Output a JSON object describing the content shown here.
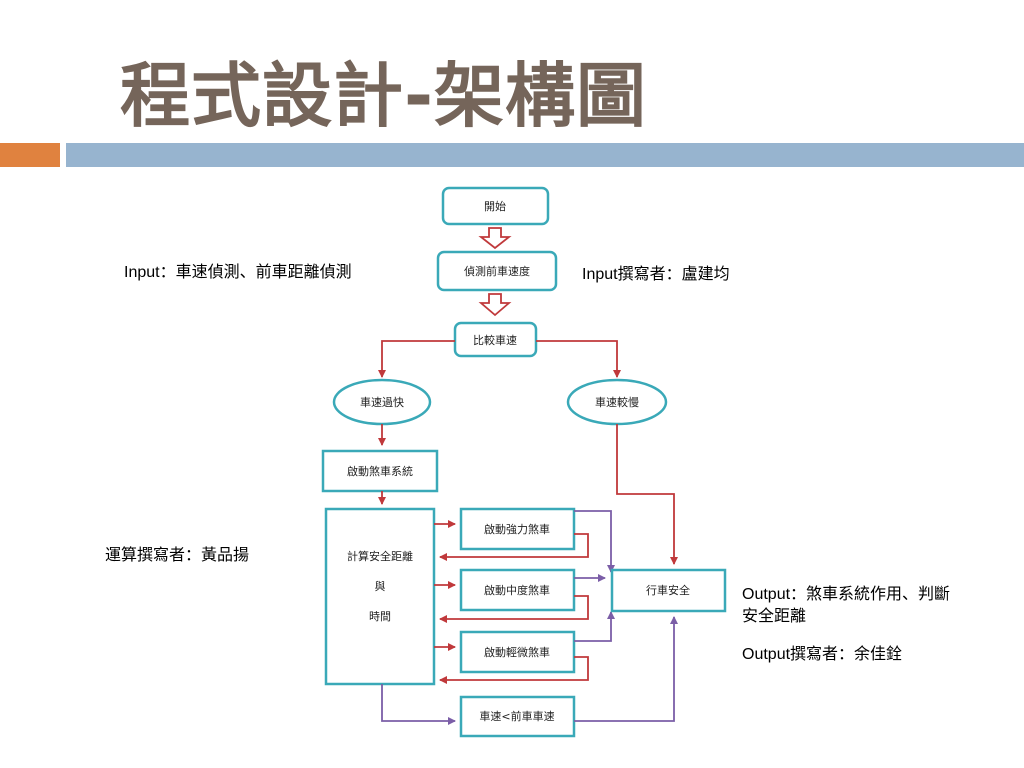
{
  "slide": {
    "title": "程式設計-架構圖",
    "notes": {
      "input_left": "Input：車速偵測、前車距離偵測",
      "input_author": "Input撰寫者：盧建均",
      "calc_author": "運算撰寫者：黃品揚",
      "output_line1": "Output：煞車系統作用、判斷",
      "output_line2": "安全距離",
      "output_author": "Output撰寫者：余佳銓"
    }
  },
  "diagram": {
    "start": "開始",
    "detect": "偵測前車速度",
    "compare": "比較車速",
    "too_fast": "車速過快",
    "slower": "車速較慢",
    "activate_brake": "啟動煞車系統",
    "calc_line1": "計算安全距離",
    "calc_line2": "與",
    "calc_line3": "時間",
    "strong": "啟動強力煞車",
    "medium": "啟動中度煞車",
    "light": "啟動輕微煞車",
    "safe": "行車安全",
    "speed_lt": "車速<前車車速"
  },
  "colors": {
    "box_border": "#3aa9b8",
    "arrow_red": "#c0393b",
    "arrow_purple": "#7b5ea7",
    "title": "#75655a",
    "accent_orange": "#e0823f",
    "accent_blue": "#97b4cf"
  }
}
